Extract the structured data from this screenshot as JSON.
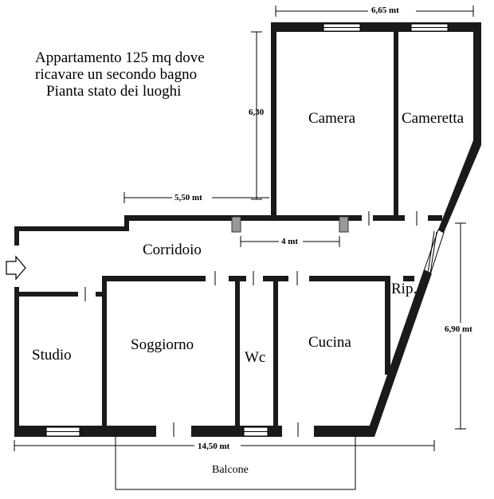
{
  "title": {
    "line1": "Appartamento 125 mq dove",
    "line2": "ricavare un secondo bagno",
    "line3": "Pianta stato dei luoghi"
  },
  "rooms": {
    "camera": "Camera",
    "cameretta": "Cameretta",
    "corridoio": "Corridoio",
    "studio": "Studio",
    "soggiorno": "Soggiorno",
    "wc": "Wc",
    "cucina": "Cucina",
    "ripostiglio": "Rip.",
    "balcone": "Balcone"
  },
  "dimensions": {
    "width_top": "6,65 mt",
    "height_upper": "6,30",
    "corridor_length": "5,50 mt",
    "corridor_segment": "4 mt",
    "height_right": "6,90 mt",
    "total_width": "14,50 mt"
  },
  "icons": {
    "entrance": "entrance-arrow-icon"
  }
}
